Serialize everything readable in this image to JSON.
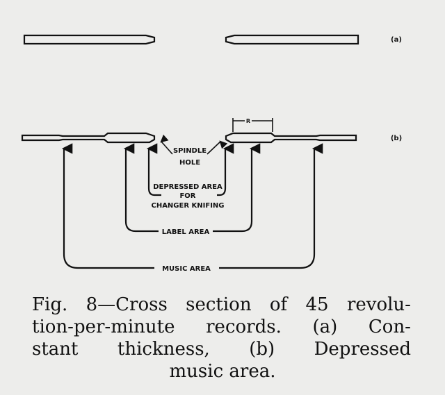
{
  "diagram": {
    "part_a_label": "(a)",
    "part_b_label": "(b)",
    "dimension_label": "R",
    "spindle_hole": [
      "SPINDLE",
      "HOLE"
    ],
    "depressed_area": [
      "DEPRESSED AREA",
      "FOR",
      "CHANGER KNIFING"
    ],
    "label_area": "LABEL AREA",
    "music_area": "MUSIC AREA"
  },
  "caption": {
    "line1": [
      "Fig.",
      "8—Cross",
      "section",
      "of",
      "45",
      "revolu-"
    ],
    "line2": [
      "tion-per-minute",
      "records.",
      "(a)",
      "Con-"
    ],
    "line3": [
      "stant",
      "thickness,",
      "(b)",
      "Depressed"
    ],
    "line4": "music area."
  }
}
